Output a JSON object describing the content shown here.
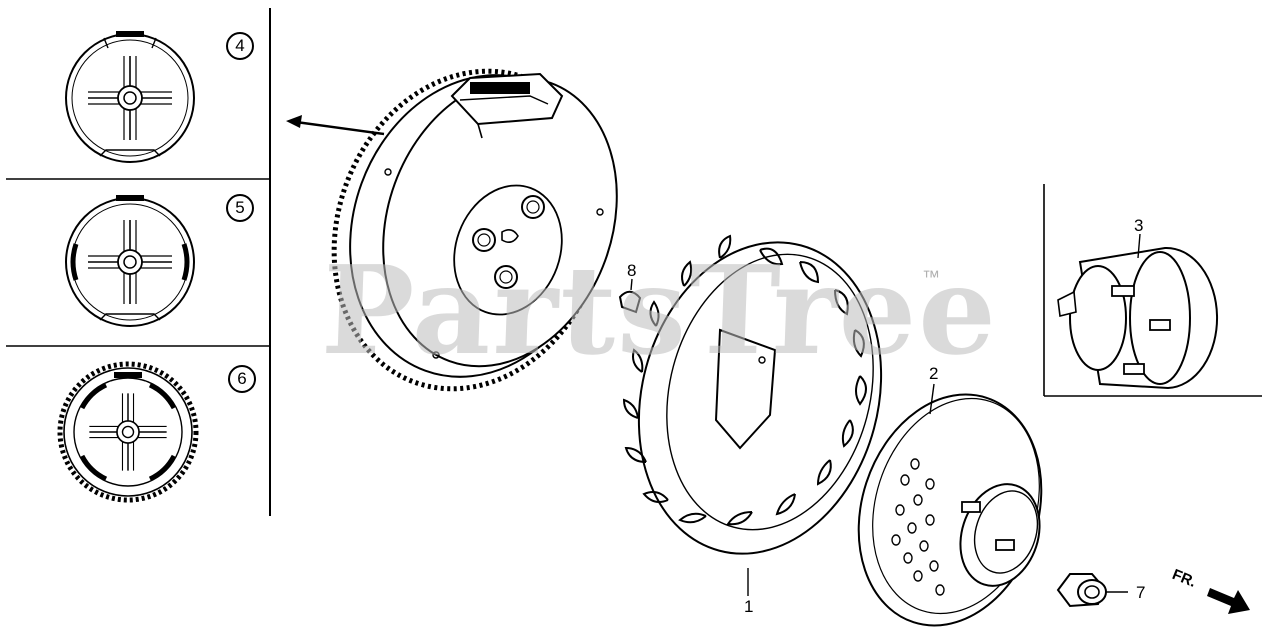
{
  "watermark": {
    "text": "PartsTree",
    "trademark": "™"
  },
  "callouts": [
    {
      "id": "c1",
      "text": "1"
    },
    {
      "id": "c2",
      "text": "2"
    },
    {
      "id": "c3",
      "text": "3"
    },
    {
      "id": "c4",
      "text": "4"
    },
    {
      "id": "c5",
      "text": "5"
    },
    {
      "id": "c6",
      "text": "6"
    },
    {
      "id": "c7",
      "text": "7"
    },
    {
      "id": "c8",
      "text": "8"
    }
  ],
  "direction_marker": {
    "text": "FR."
  },
  "colors": {
    "ink": "#000000",
    "watermark": "#bdbdbd",
    "paper": "#ffffff"
  }
}
